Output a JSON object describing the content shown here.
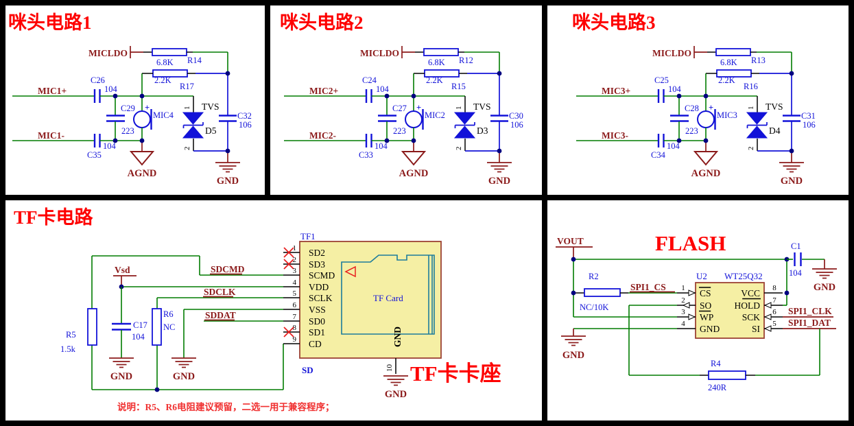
{
  "mic_panels": [
    {
      "title": "咪头电路1",
      "power_net": "MICLDO",
      "r_top_ref": "R14",
      "r_top_val": "6.8K",
      "r_bot_ref": "R17",
      "r_bot_val": "2.2K",
      "net_pos": "MIC1+",
      "net_neg": "MIC1-",
      "cap_top_ref": "C26",
      "cap_top_val": "104",
      "cap_mid_ref": "C29",
      "cap_mid_val": "223",
      "cap_bot_ref": "C35",
      "cap_bot_val": "104",
      "cap_out_ref": "C32",
      "cap_out_val": "106",
      "mic_plus": "+",
      "mic_ref": "MIC4",
      "tvs_name": "TVS",
      "tvs_ref": "D5",
      "tvs_pin1": "1",
      "tvs_pin2": "2",
      "agnd_label": "AGND",
      "gnd_label": "GND"
    },
    {
      "title": "咪头电路2",
      "power_net": "MICLDO",
      "r_top_ref": "R12",
      "r_top_val": "6.8K",
      "r_bot_ref": "R15",
      "r_bot_val": "2.2K",
      "net_pos": "MIC2+",
      "net_neg": "MIC2-",
      "cap_top_ref": "C24",
      "cap_top_val": "104",
      "cap_mid_ref": "C27",
      "cap_mid_val": "223",
      "cap_bot_ref": "C33",
      "cap_bot_val": "104",
      "cap_out_ref": "C30",
      "cap_out_val": "106",
      "mic_plus": "+",
      "mic_ref": "MIC2",
      "tvs_name": "TVS",
      "tvs_ref": "D3",
      "tvs_pin1": "1",
      "tvs_pin2": "2",
      "agnd_label": "AGND",
      "gnd_label": "GND"
    },
    {
      "title": "咪头电路3",
      "power_net": "MICLDO",
      "r_top_ref": "R13",
      "r_top_val": "6.8K",
      "r_bot_ref": "R16",
      "r_bot_val": "2.2K",
      "net_pos": "MIC3+",
      "net_neg": "MIC3-",
      "cap_top_ref": "C25",
      "cap_top_val": "104",
      "cap_mid_ref": "C28",
      "cap_mid_val": "223",
      "cap_bot_ref": "C34",
      "cap_bot_val": "104",
      "cap_out_ref": "C31",
      "cap_out_val": "106",
      "mic_plus": "+",
      "mic_ref": "MIC3",
      "tvs_name": "TVS",
      "tvs_ref": "D4",
      "tvs_pin1": "1",
      "tvs_pin2": "2",
      "agnd_label": "AGND",
      "gnd_label": "GND"
    }
  ],
  "tf_panel": {
    "title": "TF卡电路",
    "vsd_net": "Vsd",
    "r5_ref": "R5",
    "r5_val": "1.5k",
    "c17_ref": "C17",
    "c17_val": "104",
    "r6_ref": "R6",
    "r6_val": "NC",
    "net_sdcmd": "SDCMD",
    "net_sdclk": "SDCLK",
    "net_sddat": "SDDAT",
    "gnd_label": "GND",
    "connector": {
      "ref": "TF1",
      "pins": [
        {
          "num": "1",
          "name": "SD2",
          "nc": true
        },
        {
          "num": "2",
          "name": "SD3",
          "nc": true
        },
        {
          "num": "3",
          "name": "SCMD",
          "nc": false
        },
        {
          "num": "4",
          "name": "VDD",
          "nc": false
        },
        {
          "num": "5",
          "name": "SCLK",
          "nc": false
        },
        {
          "num": "6",
          "name": "VSS",
          "nc": false
        },
        {
          "num": "7",
          "name": "SD0",
          "nc": false
        },
        {
          "num": "8",
          "name": "SD1",
          "nc": true
        },
        {
          "num": "9",
          "name": "CD",
          "nc": false
        }
      ],
      "gnd_pin_num": "10",
      "gnd_pin_name": "GND",
      "body_label": "TF Card",
      "sd_label": "SD"
    },
    "socket_label": "TF卡卡座",
    "note": "说明：R5、R6电阻建议预留，二选一用于兼容程序；"
  },
  "flash_panel": {
    "title": "FLASH",
    "vout_net": "VOUT",
    "c1_ref": "C1",
    "c1_val": "104",
    "r2_ref": "R2",
    "r2_val": "NC/10K",
    "r4_ref": "R4",
    "r4_val": "240R",
    "net_cs": "SPI1_CS",
    "net_clk": "SPI1_CLK",
    "net_dat": "SPI1_DAT",
    "gnd_label": "GND",
    "chip": {
      "ref": "U2",
      "part": "WT25Q32",
      "left_pins": [
        {
          "num": "1",
          "name": "CS",
          "deco": "overline",
          "arrow": "in"
        },
        {
          "num": "2",
          "name": "SO",
          "deco": "underline",
          "arrow": "out"
        },
        {
          "num": "3",
          "name": "WP",
          "deco": null,
          "arrow": "in"
        },
        {
          "num": "4",
          "name": "GND",
          "deco": null,
          "arrow": null
        }
      ],
      "right_pins": [
        {
          "num": "8",
          "name": "VCC",
          "deco": "underline",
          "arrow": null
        },
        {
          "num": "7",
          "name": "HOLD",
          "deco": null,
          "arrow": "in"
        },
        {
          "num": "6",
          "name": "SCK",
          "deco": null,
          "arrow": "in"
        },
        {
          "num": "5",
          "name": "SI",
          "deco": null,
          "arrow": "in"
        }
      ]
    }
  }
}
